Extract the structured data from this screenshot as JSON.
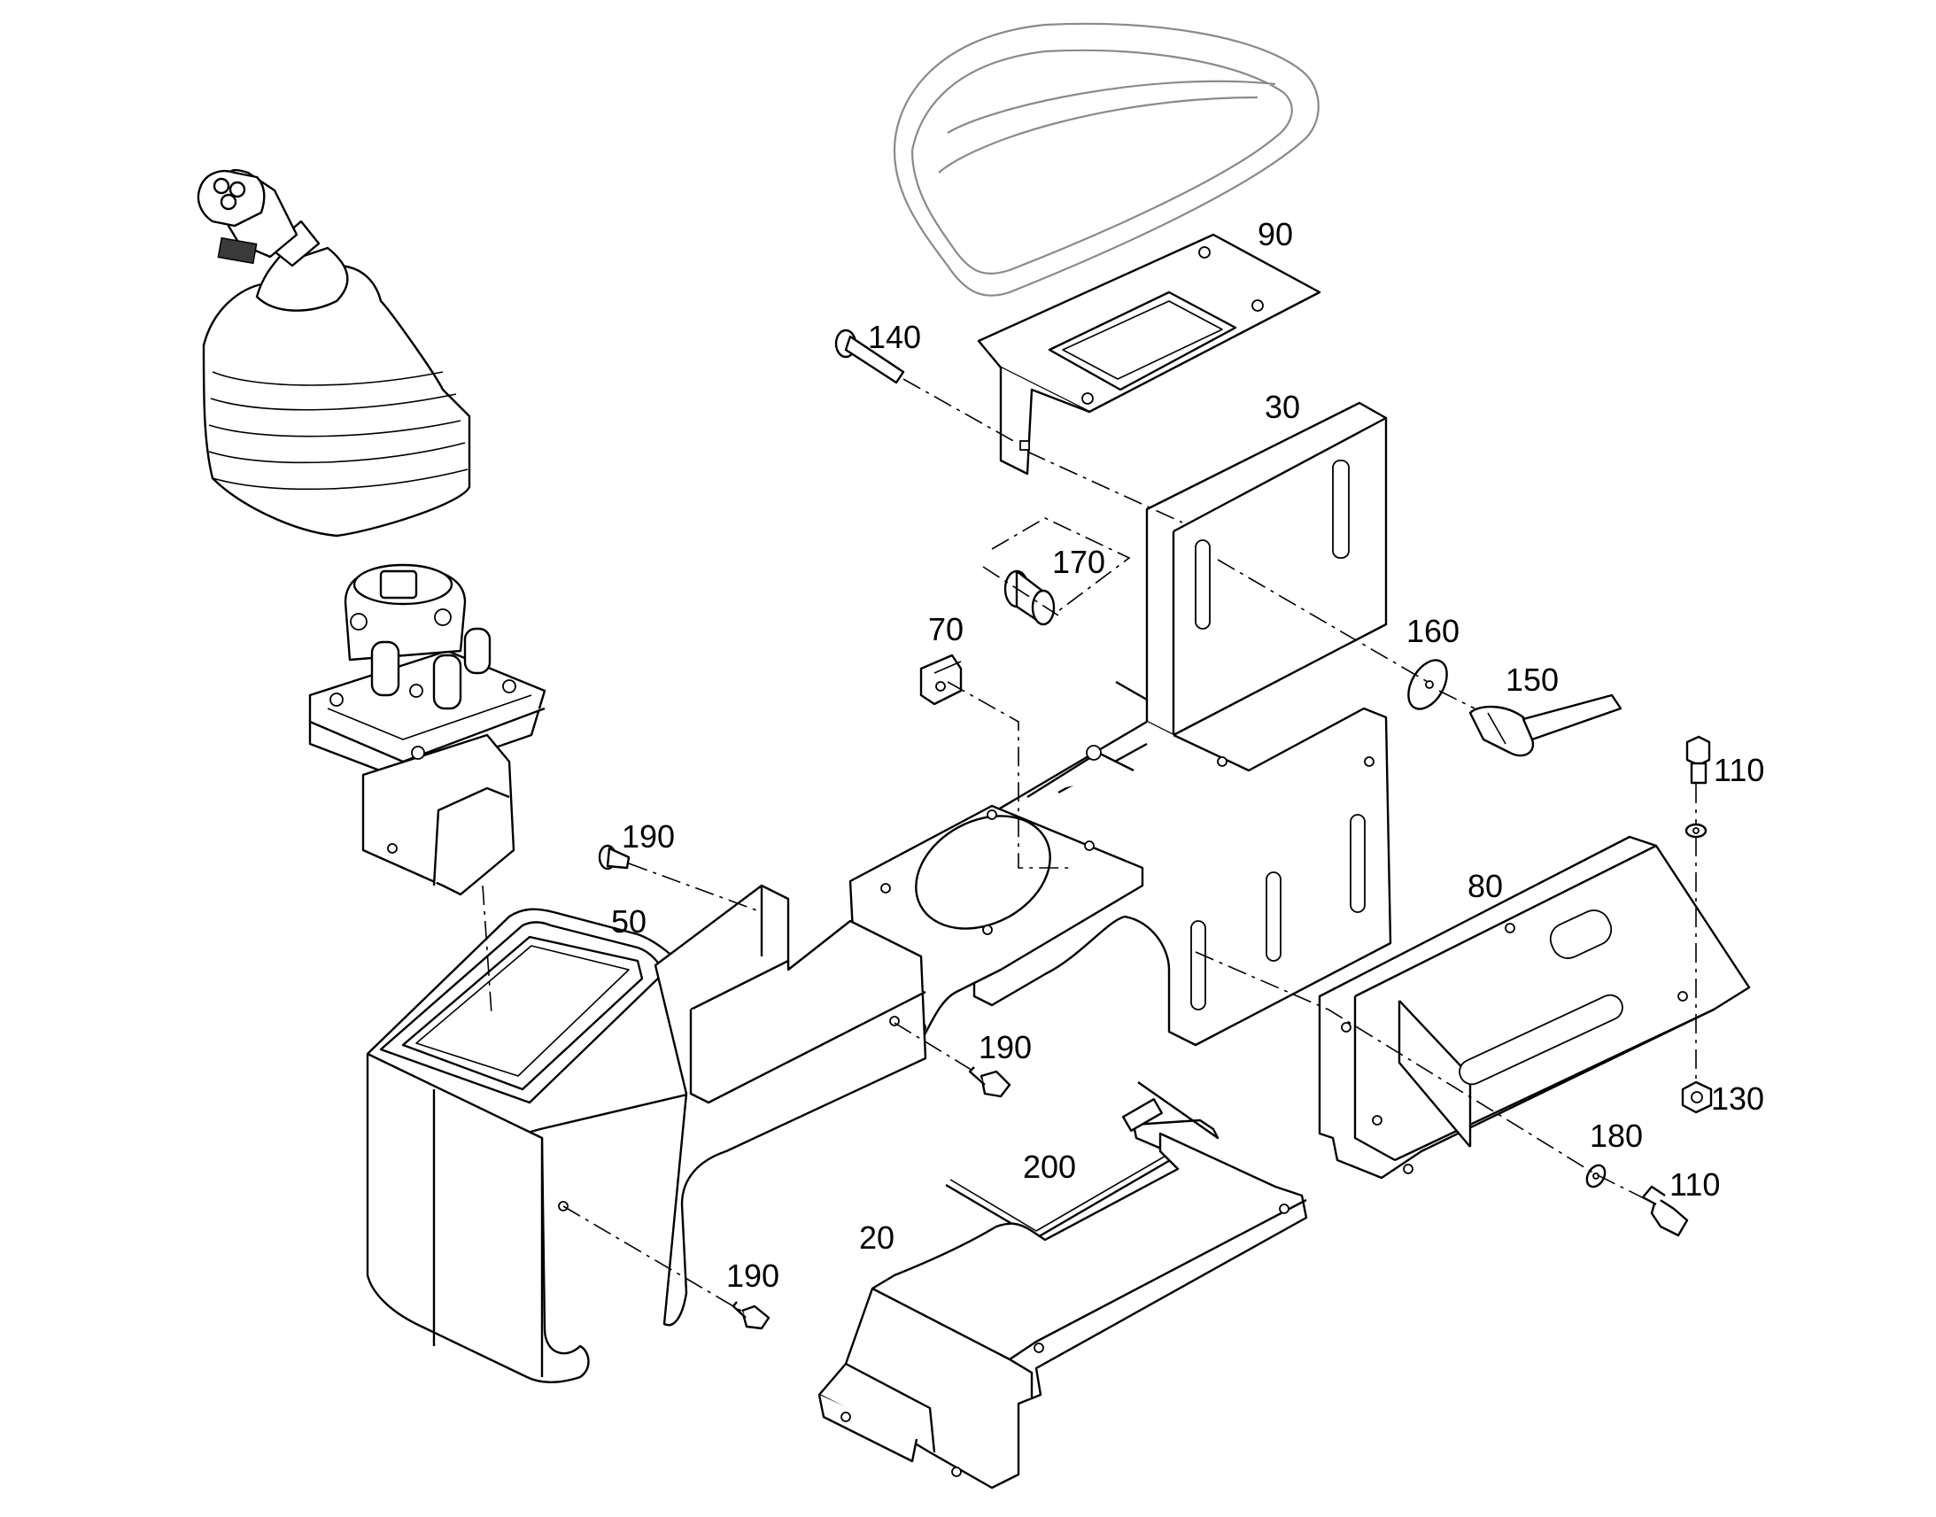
{
  "callouts": [
    {
      "id": "c90",
      "label": "90"
    },
    {
      "id": "c140",
      "label": "140"
    },
    {
      "id": "c30",
      "label": "30"
    },
    {
      "id": "c170",
      "label": "170"
    },
    {
      "id": "c70",
      "label": "70"
    },
    {
      "id": "c160",
      "label": "160"
    },
    {
      "id": "c150",
      "label": "150"
    },
    {
      "id": "c110a",
      "label": "110"
    },
    {
      "id": "c190a",
      "label": "190"
    },
    {
      "id": "c50",
      "label": "50"
    },
    {
      "id": "c80",
      "label": "80"
    },
    {
      "id": "c190b",
      "label": "190"
    },
    {
      "id": "c130",
      "label": "130"
    },
    {
      "id": "c180",
      "label": "180"
    },
    {
      "id": "c200",
      "label": "200"
    },
    {
      "id": "c110b",
      "label": "110"
    },
    {
      "id": "c20",
      "label": "20"
    },
    {
      "id": "c190c",
      "label": "190"
    }
  ]
}
